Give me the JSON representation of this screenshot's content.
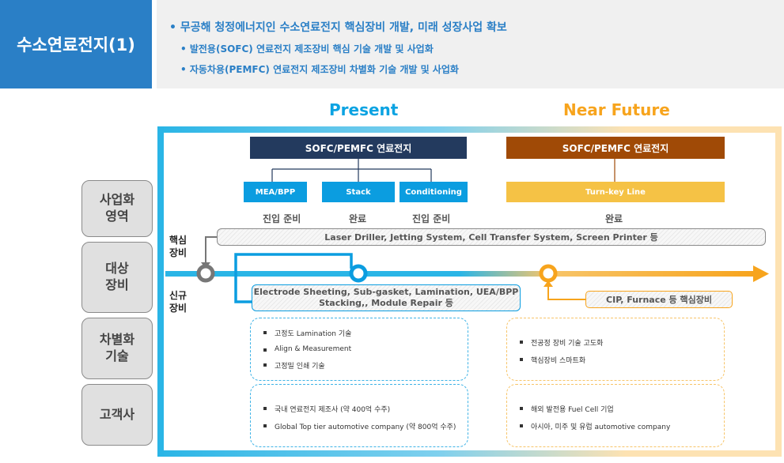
{
  "header": {
    "title": "수소연료전지(1)",
    "bullets": [
      "• 무공해 청정에너지인 수소연료전지 핵심장비 개발, 미래 성장사업 확보",
      "• 발전용(SOFC) 연료전지 제조장비 핵심 기술 개발 및 사업화",
      "• 자동차용(PEMFC) 연료전지 제조장비 차별화 기술 개발 및 사업화"
    ]
  },
  "sections": {
    "present": "Present",
    "future": "Near Future"
  },
  "rows": [
    "사업화\n영역",
    "대상\n장비",
    "차별화\n기술",
    "고객사"
  ],
  "present_box": {
    "title": "SOFC/PEMFC 연료전지",
    "buttons": [
      "MEA/BPP",
      "Stack",
      "Conditioning"
    ],
    "status": [
      "진입 준비",
      "완료",
      "진입 준비"
    ]
  },
  "future_box": {
    "title": "SOFC/PEMFC 연료전지",
    "button": "Turn-key Line",
    "status": "완료"
  },
  "side_labels": {
    "core": "핵심\n장비",
    "new": "신규\n장비"
  },
  "core_equipment": "Laser Driller, Jetting System, Cell Transfer System, Screen Printer 등",
  "new_equipment_present": "Electrode Sheeting, Sub-gasket, Lamination, UEA/BPP\nStacking,, Module Repair 등",
  "new_equipment_future": "CIP, Furnace 등 핵심장비",
  "tech_present": [
    "고정도 Lamination 기술",
    "Align & Measurement",
    "고정밀 인쇄 기술"
  ],
  "tech_future": [
    "전공정 장비 기술 고도화",
    "핵심장비 스마트화"
  ],
  "customer_present": [
    "국내 연료전지 제조사 (약 400억 수주)",
    "Global Top tier automotive company (약 800억 수주)"
  ],
  "customer_future": [
    "해외 발전용 Fuel Cell 기업",
    "아시아, 미주 및 유럽 automotive company"
  ],
  "colors": {
    "blue": "#2a7fc6",
    "cyan": "#2ab5e6",
    "orange": "#f7a41d",
    "navy": "#233a5e",
    "brown": "#a04a06"
  }
}
